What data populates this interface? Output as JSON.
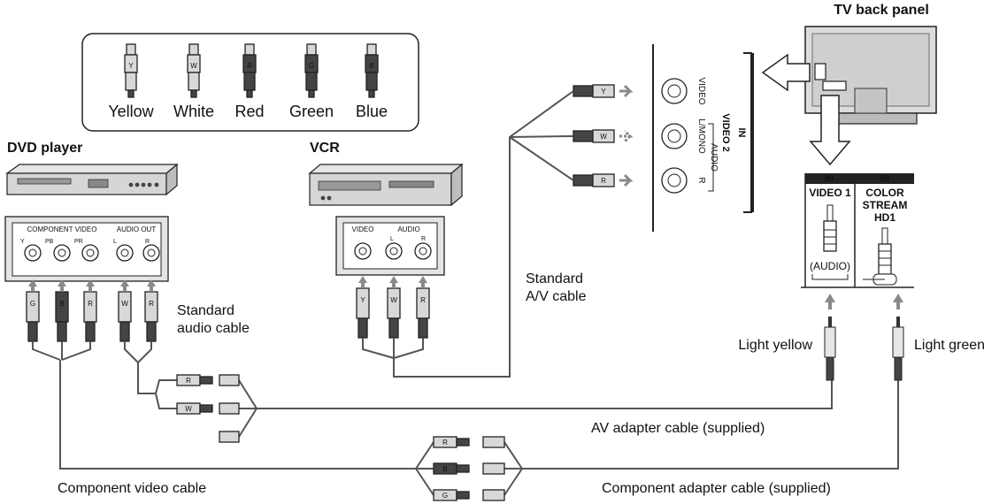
{
  "legend": {
    "colors": [
      {
        "label": "Yellow",
        "letter": "Y"
      },
      {
        "label": "White",
        "letter": "W"
      },
      {
        "label": "Red",
        "letter": "R"
      },
      {
        "label": "Green",
        "letter": "G"
      },
      {
        "label": "Blue",
        "letter": "B"
      }
    ]
  },
  "devices": {
    "dvd": {
      "title": "DVD player",
      "component_video_label": "COMPONENT VIDEO",
      "audio_out_label": "AUDIO OUT",
      "jacks": [
        "Y",
        "PB",
        "PR",
        "L",
        "R"
      ]
    },
    "vcr": {
      "title": "VCR",
      "video_label": "VIDEO",
      "audio_label": "AUDIO",
      "jacks": [
        "L",
        "R"
      ]
    },
    "tv": {
      "title": "TV back panel",
      "video2_title": "VIDEO 2",
      "video2_in": "IN",
      "video2_labels": [
        "VIDEO",
        "L/MONO",
        "R"
      ],
      "audio_bracket": "AUDIO",
      "panel": {
        "in1": "IN",
        "in2": "IN",
        "video1": "VIDEO 1",
        "color_stream": [
          "COLOR",
          "STREAM",
          "HD1"
        ],
        "audio": "(AUDIO)"
      }
    }
  },
  "cables": {
    "standard_audio": [
      "Standard",
      "audio cable"
    ],
    "standard_av": [
      "Standard",
      "A/V cable"
    ],
    "av_adapter": "AV adapter cable (supplied)",
    "component_video": "Component  video cable",
    "component_adapter": "Component adapter cable (supplied)",
    "light_yellow": "Light yellow",
    "light_green": "Light green"
  },
  "plug_letters": {
    "component": [
      "G",
      "B",
      "R"
    ],
    "audio": [
      "W",
      "R"
    ],
    "vcr": [
      "Y",
      "W",
      "R"
    ],
    "av_in": [
      "Y",
      "W",
      "R"
    ],
    "adapter_av_left": [
      "R",
      "W"
    ],
    "adapter_comp_left": [
      "R",
      "B",
      "G"
    ]
  }
}
